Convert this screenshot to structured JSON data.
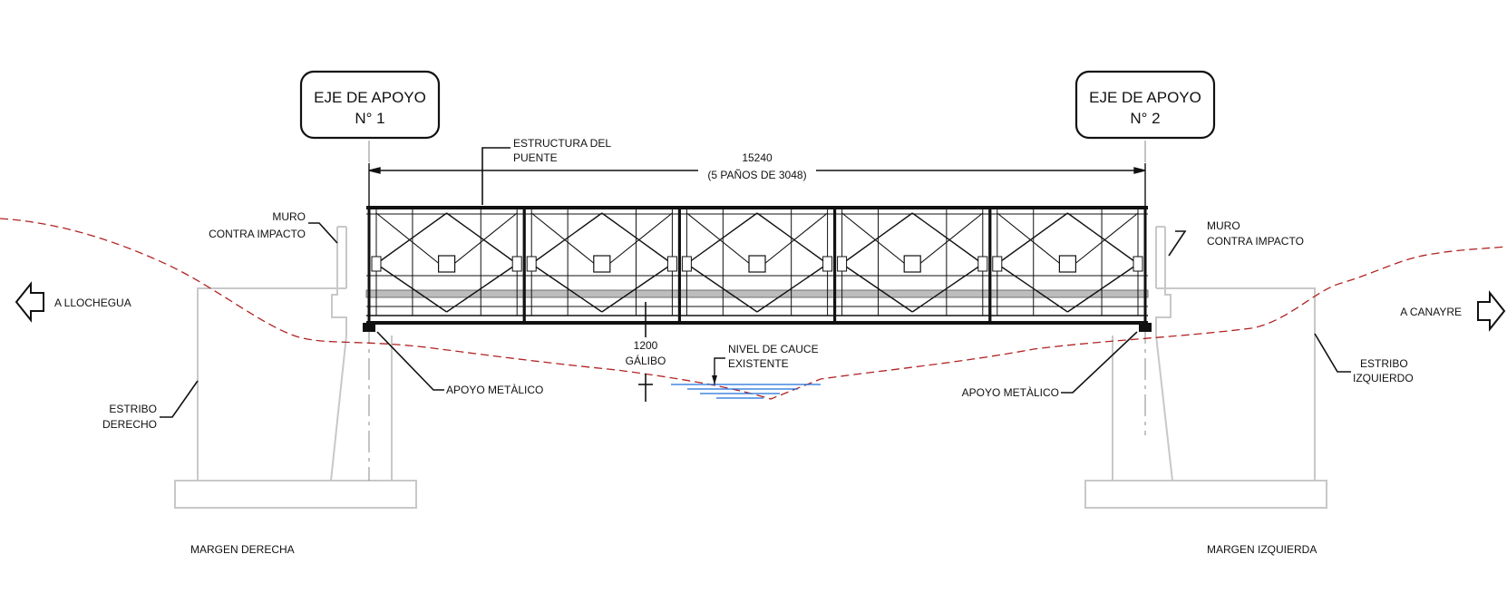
{
  "support_1": {
    "line1": "EJE DE APOYO",
    "line2": "N° 1"
  },
  "support_2": {
    "line1": "EJE DE APOYO",
    "line2": "N° 2"
  },
  "structure_label": {
    "line1": "ESTRUCTURA DEL",
    "line2": "PUENTE"
  },
  "span": {
    "value": "15240",
    "detail": "(5 PAÑOS DE 3048)"
  },
  "muro_left": {
    "line1": "MURO",
    "line2": "CONTRA IMPACTO"
  },
  "muro_right": {
    "line1": "MURO",
    "line2": "CONTRA IMPACTO"
  },
  "direction_left": "A LLOCHEGUA",
  "direction_right": "A CANAYRE",
  "clearance": {
    "value": "1200",
    "label": "GÁLIBO"
  },
  "water_level": {
    "line1": "NIVEL DE CAUCE",
    "line2": "EXISTENTE"
  },
  "bearing_left": "APOYO METÀLICO",
  "bearing_right": "APOYO METÀLICO",
  "abutment_left": {
    "line1": "ESTRIBO",
    "line2": "DERECHO"
  },
  "abutment_right": {
    "line1": "ESTRIBO",
    "line2": "IZQUIERDO"
  },
  "bank_left": "MARGEN DERECHA",
  "bank_right": "MARGEN IZQUIERDA",
  "colors": {
    "terrain": "#b22222",
    "abutment": "#c8c8c8",
    "water": "#1e6fd9",
    "steel": "#111111"
  }
}
